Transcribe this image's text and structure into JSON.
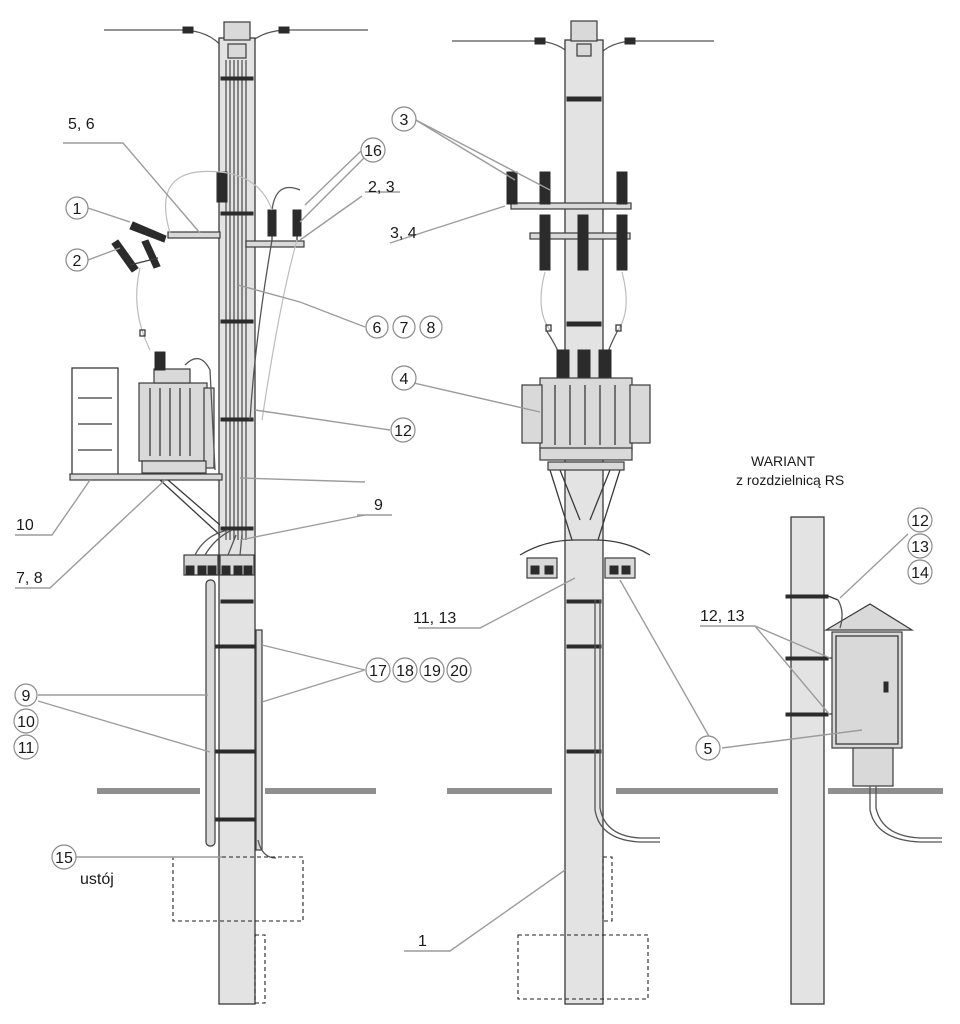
{
  "variant": {
    "title_line1": "WARIANT",
    "title_line2": "z rozdzielnicą RS"
  },
  "left_view": {
    "callouts": [
      "1",
      "2",
      "16",
      "6",
      "7",
      "8",
      "12",
      "17",
      "18",
      "19",
      "20",
      "9",
      "10",
      "11",
      "15"
    ],
    "plain_labels": [
      "5, 6",
      "2, 3",
      "9",
      "10",
      "7, 8"
    ],
    "ustoj": "ustój"
  },
  "middle_view": {
    "callouts": [
      "3",
      "4",
      "5"
    ],
    "plain_labels": [
      "3, 4",
      "11, 13",
      "1"
    ]
  },
  "right_view": {
    "callouts": [
      "12",
      "13",
      "14",
      "5"
    ],
    "plain_labels": [
      "12, 13"
    ]
  }
}
